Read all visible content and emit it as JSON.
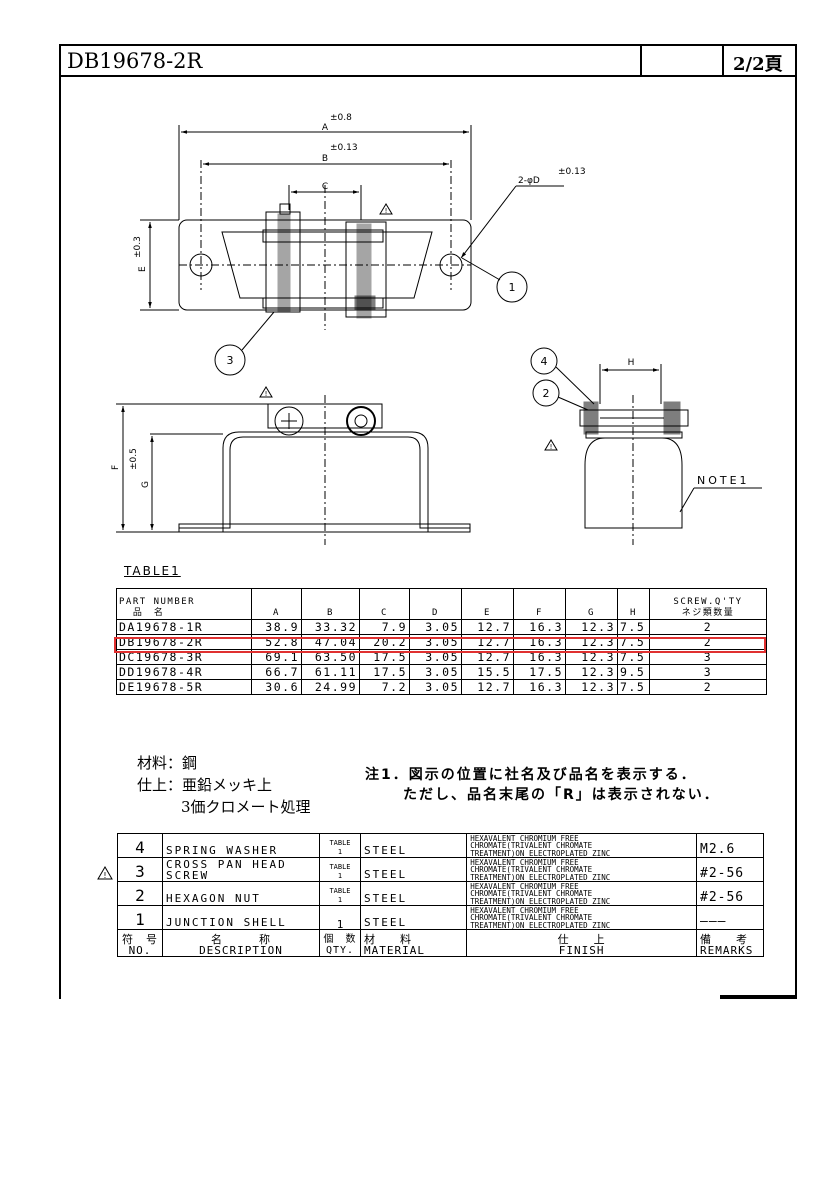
{
  "header": {
    "title": "DB19678-2R",
    "page": "2/2頁"
  },
  "drawing": {
    "dim_A": "A",
    "tol_A": "±0.8",
    "dim_B": "B",
    "tol_B": "±0.13",
    "dim_C": "C",
    "dim_D": "2-φD",
    "tol_D": "±0.13",
    "dim_E": "E",
    "tol_E": "±0.3",
    "dim_F": "F",
    "tol_F": "±0.5",
    "dim_G": "G",
    "dim_H": "H",
    "balloon_1": "1",
    "balloon_2": "2",
    "balloon_3": "3",
    "balloon_4": "4",
    "note_label": "NOTE1",
    "warn": "!"
  },
  "table1": {
    "title": "TABLE1",
    "header": {
      "part_number": "PART NUMBER",
      "part_number_jp": "品　名",
      "cols": [
        "A",
        "B",
        "C",
        "D",
        "E",
        "F",
        "G",
        "H"
      ],
      "screw": "SCREW.Q'TY",
      "screw_jp": "ネジ類数量"
    },
    "rows": [
      {
        "pn": "DA19678-1R",
        "A": "38.9",
        "B": "33.32",
        "C": "7.9",
        "D": "3.05",
        "E": "12.7",
        "F": "16.3",
        "G": "12.3",
        "H": "7.5",
        "qty": "2"
      },
      {
        "pn": "DB19678-2R",
        "A": "52.8",
        "B": "47.04",
        "C": "20.2",
        "D": "3.05",
        "E": "12.7",
        "F": "16.3",
        "G": "12.3",
        "H": "7.5",
        "qty": "2"
      },
      {
        "pn": "DC19678-3R",
        "A": "69.1",
        "B": "63.50",
        "C": "17.5",
        "D": "3.05",
        "E": "12.7",
        "F": "16.3",
        "G": "12.3",
        "H": "7.5",
        "qty": "3"
      },
      {
        "pn": "DD19678-4R",
        "A": "66.7",
        "B": "61.11",
        "C": "17.5",
        "D": "3.05",
        "E": "15.5",
        "F": "17.5",
        "G": "12.3",
        "H": "9.5",
        "qty": "3"
      },
      {
        "pn": "DE19678-5R",
        "A": "30.6",
        "B": "24.99",
        "C": "7.2",
        "D": "3.05",
        "E": "12.7",
        "F": "16.3",
        "G": "12.3",
        "H": "7.5",
        "qty": "2"
      }
    ]
  },
  "notes": {
    "material": "材料：鋼",
    "finish_1": "仕上：亜鉛メッキ上",
    "finish_2": "3価クロメート処理",
    "note1_line1": "注1．図示の位置に社名及び品名を表示する．",
    "note1_line2": "ただし、品名末尾の「R」は表示されない．"
  },
  "bom": {
    "rows": [
      {
        "no": "4",
        "desc": "SPRING WASHER",
        "qty_1": "TABLE",
        "qty_2": "1",
        "material": "STEEL",
        "finish": [
          "HEXAVALENT CHROMIUM FREE",
          "CHROMATE(TRIVALENT CHROMATE",
          "TREATMENT)ON ELECTROPLATED ZINC"
        ],
        "remarks": "M2.6"
      },
      {
        "no": "3",
        "desc": "CROSS PAN HEAD SCREW",
        "qty_1": "TABLE",
        "qty_2": "1",
        "material": "STEEL",
        "finish": [
          "HEXAVALENT CHROMIUM FREE",
          "CHROMATE(TRIVALENT CHROMATE",
          "TREATMENT)ON ELECTROPLATED ZINC"
        ],
        "remarks": "#2-56"
      },
      {
        "no": "2",
        "desc": "HEXAGON NUT",
        "qty_1": "TABLE",
        "qty_2": "1",
        "material": "STEEL",
        "finish": [
          "HEXAVALENT CHROMIUM FREE",
          "CHROMATE(TRIVALENT CHROMATE",
          "TREATMENT)ON ELECTROPLATED ZINC"
        ],
        "remarks": "#2-56"
      },
      {
        "no": "1",
        "desc": "JUNCTION SHELL",
        "qty_1": "",
        "qty_2": "1",
        "material": "STEEL",
        "finish": [
          "HEXAVALENT CHROMIUM FREE",
          "CHROMATE(TRIVALENT CHROMATE",
          "TREATMENT)ON ELECTROPLATED ZINC"
        ],
        "remarks": "———"
      }
    ],
    "header": {
      "no_jp": "符　号",
      "no": "NO.",
      "desc_jp": "名　　　称",
      "desc": "DESCRIPTION",
      "qty_jp": "個　数",
      "qty": "QTY.",
      "material_jp": "材　　料",
      "material": "MATERIAL",
      "finish_jp": "仕　　上",
      "finish": "FINISH",
      "remarks_jp": "備　　考",
      "remarks": "REMARKS"
    }
  }
}
